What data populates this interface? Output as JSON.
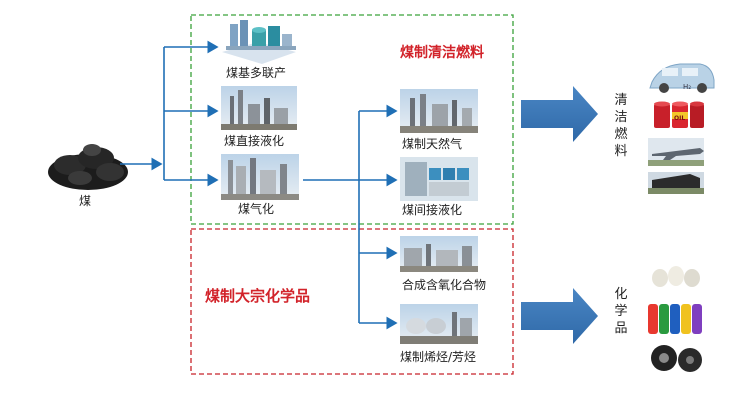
{
  "source": {
    "label": "煤"
  },
  "group_fuel": {
    "title": "煤制清洁燃料"
  },
  "group_chem": {
    "title": "煤制大宗化学品"
  },
  "processes": {
    "polygeneration": "煤基多联产",
    "direct_liquefaction": "煤直接液化",
    "gasification": "煤气化"
  },
  "products": {
    "sng": "煤制天然气",
    "indirect_liquefaction": "煤间接液化",
    "oxygenates": "合成含氧化合物",
    "olefins_aromatics": "煤制烯烃/芳烃"
  },
  "outputs": {
    "clean_fuel": "清洁燃料",
    "chemicals": "化学品",
    "h2_badge": "H₂",
    "oil_badge": "OIL"
  },
  "colors": {
    "arrow_blue": "#1f6fb5",
    "big_arrow": "#3a78b8",
    "green_border": "#3aa23a",
    "red_border": "#c8232a",
    "title_red": "#d2232a"
  }
}
